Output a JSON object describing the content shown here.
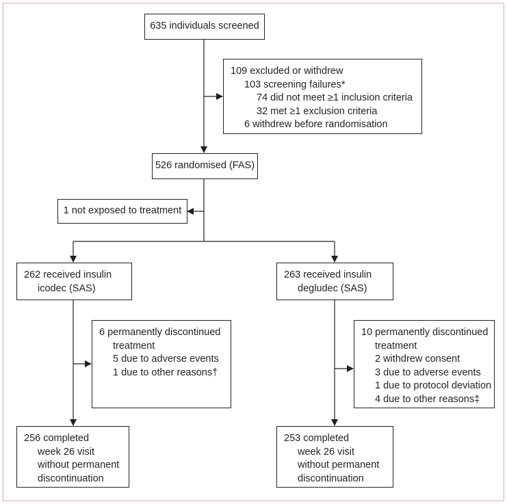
{
  "screened": "635 individuals screened",
  "excluded": {
    "lines": [
      "109 excluded or withdrew",
      "103 screening failures*",
      "74 did not meet ≥1 inclusion criteria",
      "32 met ≥1 exclusion criteria",
      "6 withdrew before randomisation"
    ]
  },
  "randomised": "526 randomised (FAS)",
  "not_exposed": "1 not exposed to treatment",
  "icodec": {
    "received": [
      "262 received insulin",
      "icodec (SAS)"
    ],
    "discontinued": [
      "6 permanently discontinued",
      "treatment",
      "5 due to adverse events",
      "1 due to other reasons†"
    ],
    "completed": [
      "256 completed",
      "week 26 visit",
      "without permanent",
      "discontinuation"
    ]
  },
  "degludec": {
    "received": [
      "263 received insulin",
      "degludec (SAS)"
    ],
    "discontinued": [
      "10 permanently discontinued",
      "treatment",
      "2 withdrew consent",
      "3 due to adverse events",
      "1 due to protocol deviation",
      "4 due to other reasons‡"
    ],
    "completed": [
      "253 completed",
      "week 26 visit",
      "without permanent",
      "discontinuation"
    ]
  },
  "colors": {
    "frame": "#d9a7c7",
    "line": "#231f20"
  }
}
